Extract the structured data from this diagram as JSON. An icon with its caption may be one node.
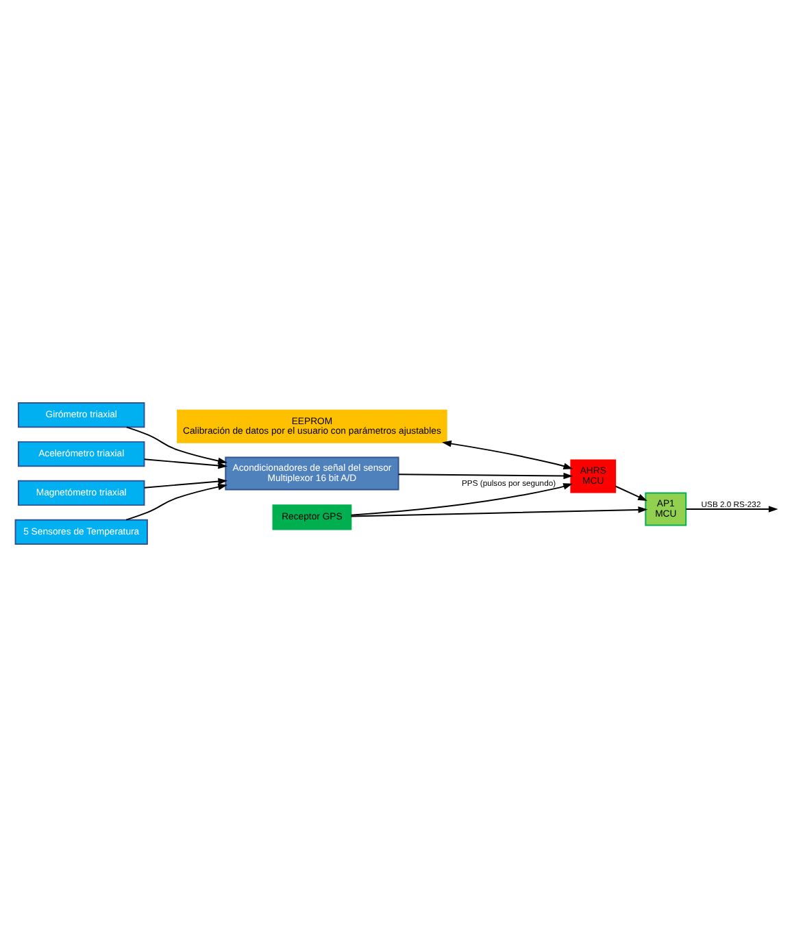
{
  "diagram": {
    "nodes": [
      {
        "text": [
          "Girómetro triaxial"
        ]
      },
      {
        "text": [
          "Acelerómetro triaxial"
        ]
      },
      {
        "text": [
          "Magnetómetro triaxial"
        ]
      },
      {
        "text": [
          "5 Sensores de Temperatura"
        ]
      },
      {
        "text": [
          "Acondicionadores de señal del sensor",
          "Multiplexor 16 bit A/D"
        ]
      },
      {
        "text": [
          "EEPROM",
          "Calibración de datos por el usuario con parámetros ajustables"
        ]
      },
      {
        "text": [
          "AHRS",
          "MCU"
        ]
      },
      {
        "text": [
          "Receptor GPS"
        ]
      },
      {
        "text": [
          "AP1",
          "MCU"
        ]
      }
    ],
    "edges": [
      {
        "from": 0,
        "to": 4,
        "arrow": "to"
      },
      {
        "from": 1,
        "to": 4,
        "arrow": "to"
      },
      {
        "from": 2,
        "to": 4,
        "arrow": "to"
      },
      {
        "from": 3,
        "to": 4,
        "arrow": "to"
      },
      {
        "from": 4,
        "to": 6,
        "arrow": "to"
      },
      {
        "from": 5,
        "to": 6,
        "arrow": "both"
      },
      {
        "from": 7,
        "to": 6,
        "arrow": "to",
        "label": "PPS (pulsos por segundo)"
      },
      {
        "from": 6,
        "to": 8,
        "arrow": "to"
      },
      {
        "from": 7,
        "to": 8,
        "arrow": "to"
      },
      {
        "from": 8,
        "to": null,
        "arrow": "to",
        "label": "USB 2.0 RS-232"
      }
    ]
  }
}
